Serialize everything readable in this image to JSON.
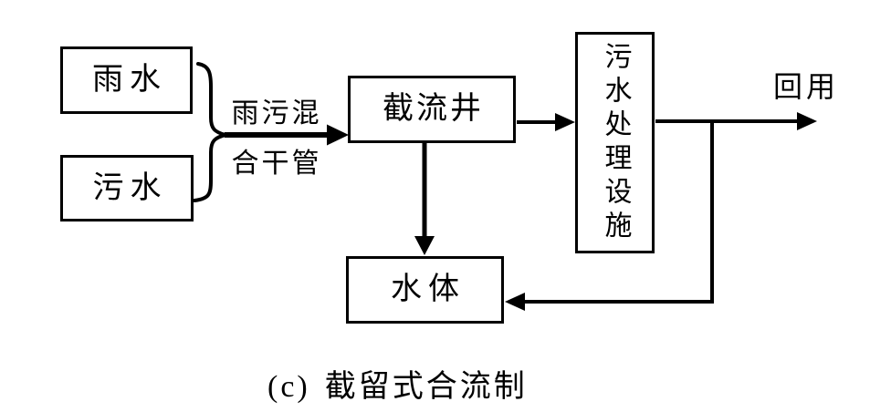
{
  "colors": {
    "line": "#000000",
    "background": "#ffffff"
  },
  "diagram": {
    "boxes": {
      "rainwater": "雨水",
      "sewage": "污水",
      "interceptor_well": "截流井",
      "treatment_facility": "污水处理设施",
      "water_body": "水体"
    },
    "edge_labels": {
      "combined_pipe_line1": "雨污混",
      "combined_pipe_line2": "合干管",
      "reuse": "回用"
    },
    "caption": {
      "index": "(c)",
      "title": "截留式合流制"
    }
  }
}
